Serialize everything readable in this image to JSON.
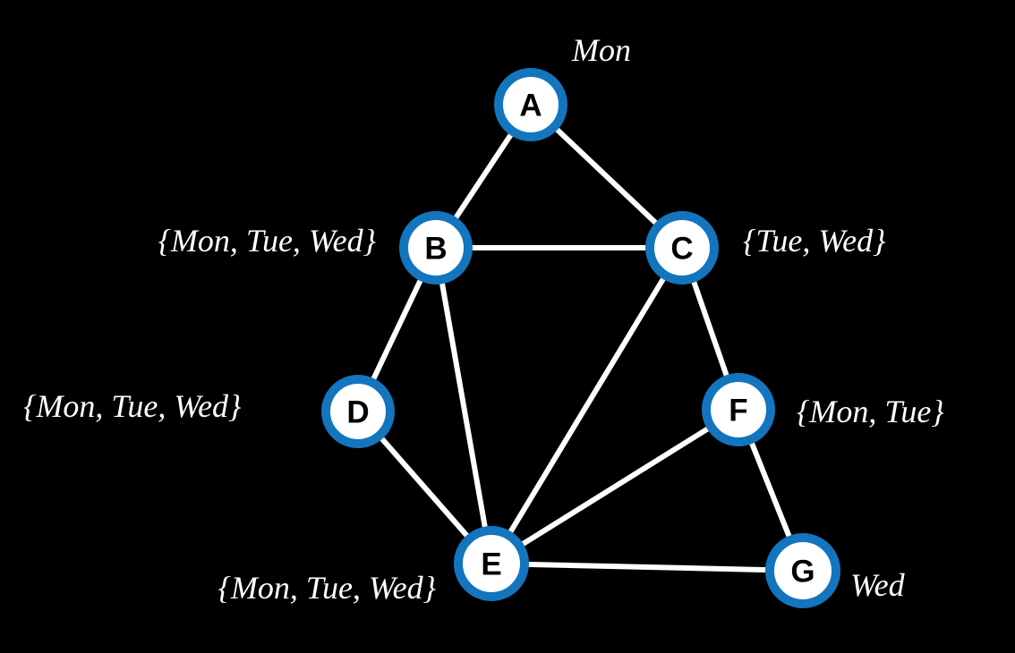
{
  "diagram": {
    "title": "constraint-graph-with-day-domains",
    "colors": {
      "background": "#000000",
      "node_ring": "#1375bd",
      "node_fill": "#ffffff",
      "letter": "#000000",
      "edge": "#ffffff",
      "label_text": "#ffffff"
    },
    "nodes": {
      "A": {
        "letter": "A",
        "domain_label": "Mon"
      },
      "B": {
        "letter": "B",
        "domain_label": "{Mon, Tue, Wed}"
      },
      "C": {
        "letter": "C",
        "domain_label": "{Tue, Wed}"
      },
      "D": {
        "letter": "D",
        "domain_label": "{Mon, Tue, Wed}"
      },
      "E": {
        "letter": "E",
        "domain_label": "{Mon, Tue, Wed}"
      },
      "F": {
        "letter": "F",
        "domain_label": "{Mon, Tue}"
      },
      "G": {
        "letter": "G",
        "domain_label": "Wed"
      }
    },
    "edges": [
      "A-B",
      "A-C",
      "B-C",
      "B-D",
      "B-E",
      "C-E",
      "C-F",
      "D-E",
      "E-F",
      "E-G",
      "F-G"
    ]
  }
}
